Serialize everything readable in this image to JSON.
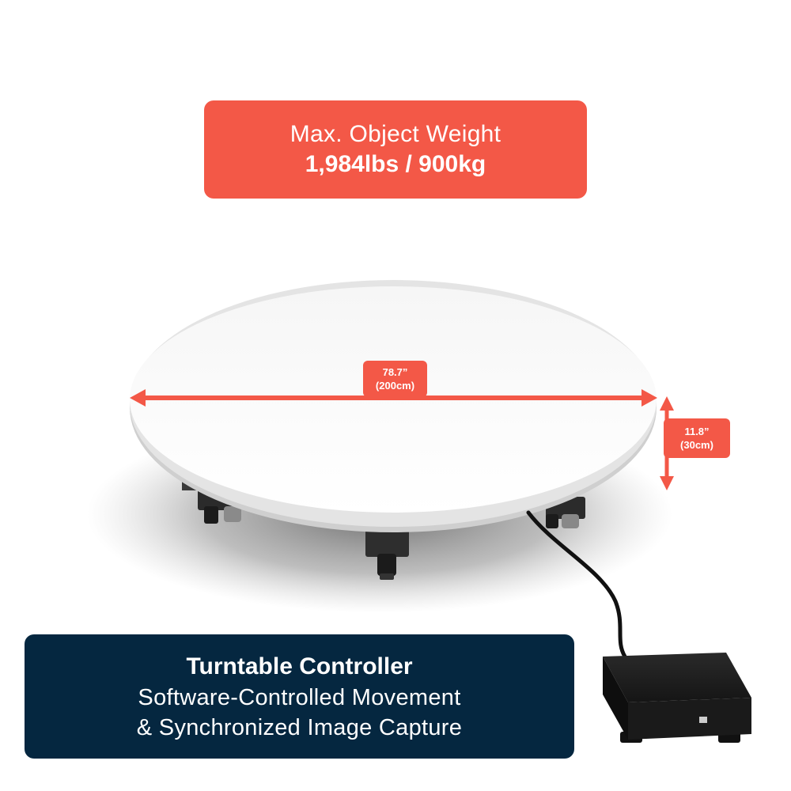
{
  "weight_badge": {
    "label": "Max. Object Weight",
    "value": "1,984lbs / 900kg"
  },
  "dimensions": {
    "diameter_in": "78.7”",
    "diameter_cm": "(200cm)",
    "height_in": "11.8”",
    "height_cm": "(30cm)"
  },
  "controller": {
    "title": "Turntable Controller",
    "line1": "Software-Controlled Movement",
    "line2": "& Synchronized Image Capture"
  },
  "colors": {
    "accent": "#f35847",
    "navy": "#052740",
    "background": "#ffffff"
  }
}
